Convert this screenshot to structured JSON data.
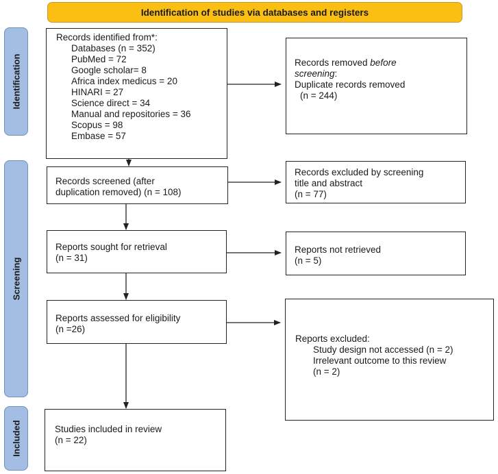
{
  "banner": "Identification of studies via databases and registers",
  "phases": {
    "identification": "Identification",
    "screening": "Screening",
    "included": "Included"
  },
  "records_identified": {
    "heading": "Records identified from*:",
    "items": [
      "Databases (n = 352)",
      "PubMed = 72",
      "Google scholar= 8",
      "Africa index medicus = 20",
      "HINARI = 27",
      "Science direct = 34",
      "Manual and repositories = 36",
      "Scopus = 98",
      "Embase = 57"
    ]
  },
  "records_removed": {
    "line1": "Records removed ",
    "line1_italic": "before",
    "line2": "screening",
    "line2_tail": ":",
    "line3": "Duplicate records removed",
    "line4": "(n = 244)"
  },
  "records_screened": {
    "line1": "Records screened (after",
    "line2": "duplication removed) (n = 108)"
  },
  "records_excluded": {
    "line1": "Records excluded by screening",
    "line2": "title and abstract",
    "line3": "(n = 77)"
  },
  "reports_sought": {
    "line1": "Reports sought for retrieval",
    "line2": "(n = 31)"
  },
  "reports_not_retrieved": {
    "line1": "Reports not retrieved",
    "line2": "(n = 5)"
  },
  "reports_assessed": {
    "line1": "Reports assessed for eligibility",
    "line2": "(n =26)"
  },
  "reports_excluded": {
    "heading": "Reports excluded:",
    "line1": "Study design not accessed (n = 2)",
    "line2": "Irrelevant outcome to this review",
    "line3": "(n = 2)"
  },
  "studies_included": {
    "line1": "Studies included in review",
    "line2": "(n = 22)"
  }
}
